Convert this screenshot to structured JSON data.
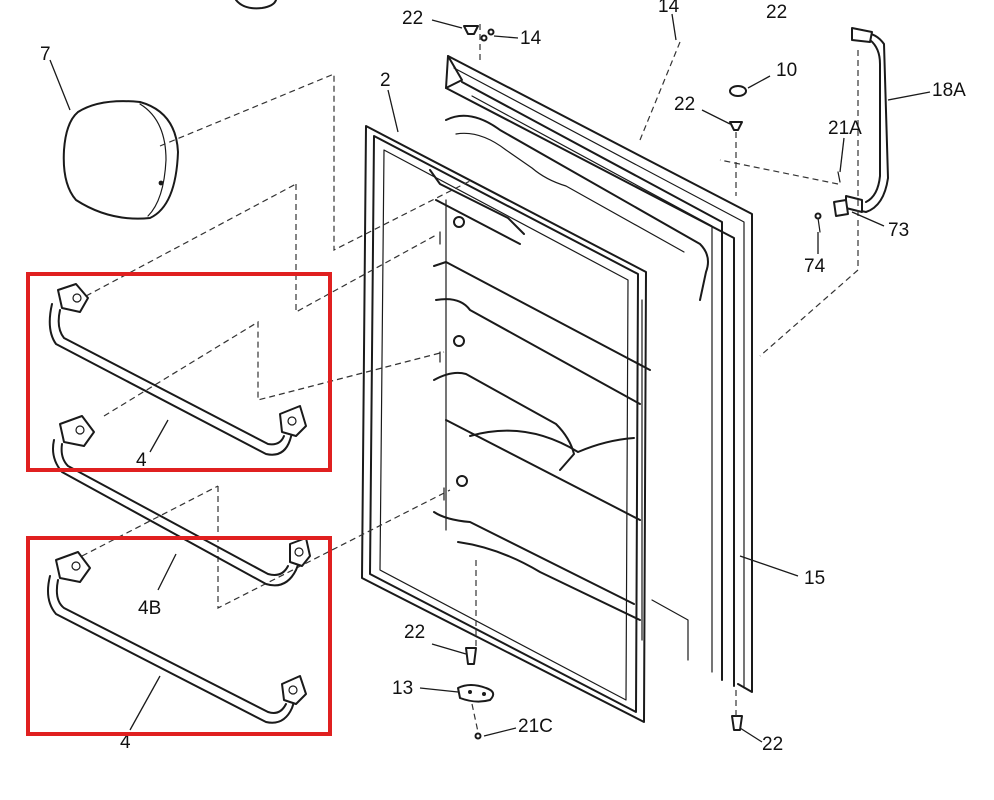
{
  "labels": {
    "l22_top": "22",
    "l14_left": "14",
    "l14_top": "14",
    "l22_topright": "22",
    "l7": "7",
    "l2": "2",
    "l10": "10",
    "l22_mid": "22",
    "l18a": "18A",
    "l21a": "21A",
    "l73": "73",
    "l74": "74",
    "l4_upper": "4",
    "l4b": "4B",
    "l15": "15",
    "l22_lower": "22",
    "l13": "13",
    "l21c": "21C",
    "l4_lower": "4",
    "l22_bottom": "22"
  },
  "colors": {
    "highlight": "#e02020",
    "line": "#1a1a1a",
    "background": "#ffffff"
  }
}
